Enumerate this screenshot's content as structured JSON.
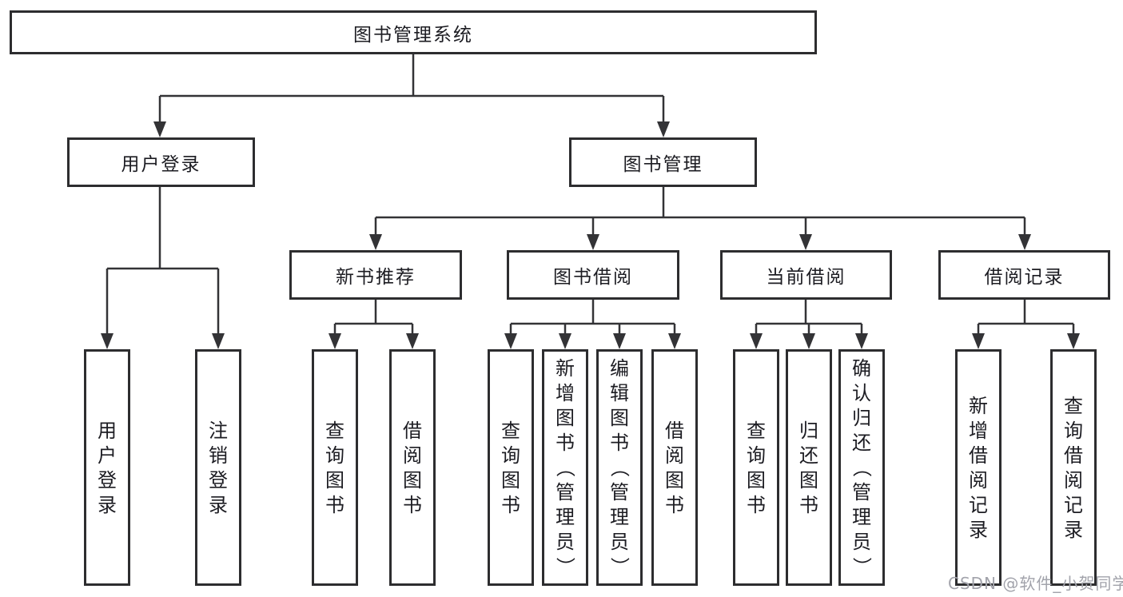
{
  "diagram": {
    "root": {
      "label": "图书管理系统"
    },
    "children": [
      {
        "label": "用户登录",
        "children": [
          {
            "label": "用户登录"
          },
          {
            "label": "注销登录"
          }
        ]
      },
      {
        "label": "图书管理",
        "children": [
          {
            "label": "新书推荐",
            "children": [
              {
                "label": "查询图书"
              },
              {
                "label": "借阅图书"
              }
            ]
          },
          {
            "label": "图书借阅",
            "children": [
              {
                "label": "查询图书"
              },
              {
                "label": "新增图书（管理员）"
              },
              {
                "label": "编辑图书（管理员）"
              },
              {
                "label": "借阅图书"
              }
            ]
          },
          {
            "label": "当前借阅",
            "children": [
              {
                "label": "查询图书"
              },
              {
                "label": "归还图书"
              },
              {
                "label": "确认归还（管理员）"
              }
            ]
          },
          {
            "label": "借阅记录",
            "children": [
              {
                "label": "新增借阅记录"
              },
              {
                "label": "查询借阅记录"
              }
            ]
          }
        ]
      }
    ]
  },
  "watermark": {
    "text": "CSDN @软件_小贺同学"
  },
  "colors": {
    "line": "#333336",
    "border": "#2d2d2f",
    "text": "#1c1c22",
    "watermark": "#a2a3ab",
    "background": "#ffffff"
  }
}
